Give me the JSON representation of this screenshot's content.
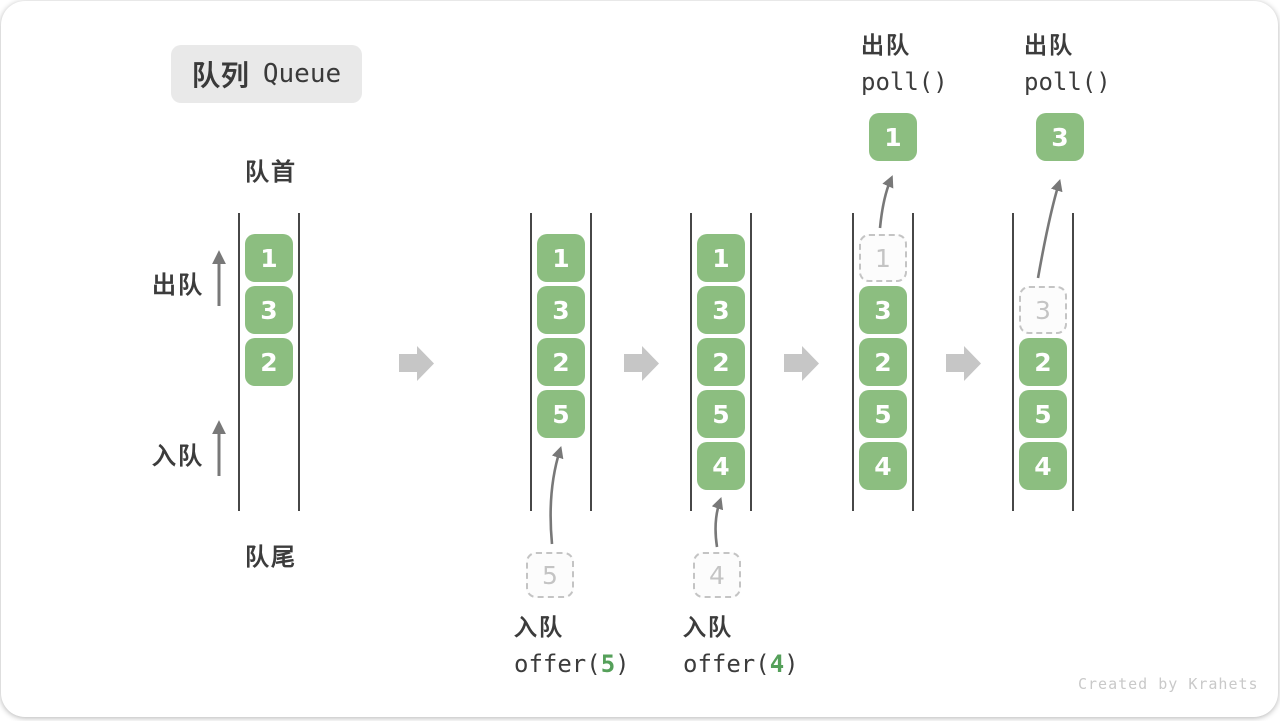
{
  "title": {
    "zh": "队列",
    "en": "Queue"
  },
  "labels": {
    "front": "队首",
    "rear": "队尾",
    "dequeue_side": "出队",
    "enqueue_side": "入队"
  },
  "operations": {
    "enqueue1": {
      "label": "入队",
      "code_pre": "offer(",
      "arg": "5",
      "code_suf": ")"
    },
    "enqueue2": {
      "label": "入队",
      "code_pre": "offer(",
      "arg": "4",
      "code_suf": ")"
    },
    "dequeue1": {
      "label": "出队",
      "code": "poll()"
    },
    "dequeue2": {
      "label": "出队",
      "code": "poll()"
    }
  },
  "queues": [
    {
      "cells": [
        {
          "v": "1",
          "t": "filled"
        },
        {
          "v": "3",
          "t": "filled"
        },
        {
          "v": "2",
          "t": "filled"
        }
      ]
    },
    {
      "cells": [
        {
          "v": "1",
          "t": "filled"
        },
        {
          "v": "3",
          "t": "filled"
        },
        {
          "v": "2",
          "t": "filled"
        },
        {
          "v": "5",
          "t": "filled"
        }
      ],
      "incoming": {
        "v": "5"
      }
    },
    {
      "cells": [
        {
          "v": "1",
          "t": "filled"
        },
        {
          "v": "3",
          "t": "filled"
        },
        {
          "v": "2",
          "t": "filled"
        },
        {
          "v": "5",
          "t": "filled"
        },
        {
          "v": "4",
          "t": "filled"
        }
      ],
      "incoming": {
        "v": "4"
      }
    },
    {
      "cells": [
        {
          "v": "1",
          "t": "dashed"
        },
        {
          "v": "3",
          "t": "filled"
        },
        {
          "v": "2",
          "t": "filled"
        },
        {
          "v": "5",
          "t": "filled"
        },
        {
          "v": "4",
          "t": "filled"
        }
      ],
      "popped": {
        "v": "1"
      }
    },
    {
      "cells": [
        {
          "v": "3",
          "t": "dashed"
        },
        {
          "v": "2",
          "t": "filled"
        },
        {
          "v": "5",
          "t": "filled"
        },
        {
          "v": "4",
          "t": "filled"
        }
      ],
      "popped": {
        "v": "3"
      }
    }
  ],
  "watermark": "Created by Krahets",
  "colors": {
    "box_green": "#8CBE80",
    "code_green": "#55A05A",
    "flow_gray": "#C6C6C6",
    "wall_dark": "#474747",
    "arrow_gray": "#787878",
    "text_dark": "#3C3C3C",
    "dash_gray": "#C4C4C4",
    "badge_bg": "#E9E9E9",
    "watermark_gray": "#C9C9C9"
  }
}
